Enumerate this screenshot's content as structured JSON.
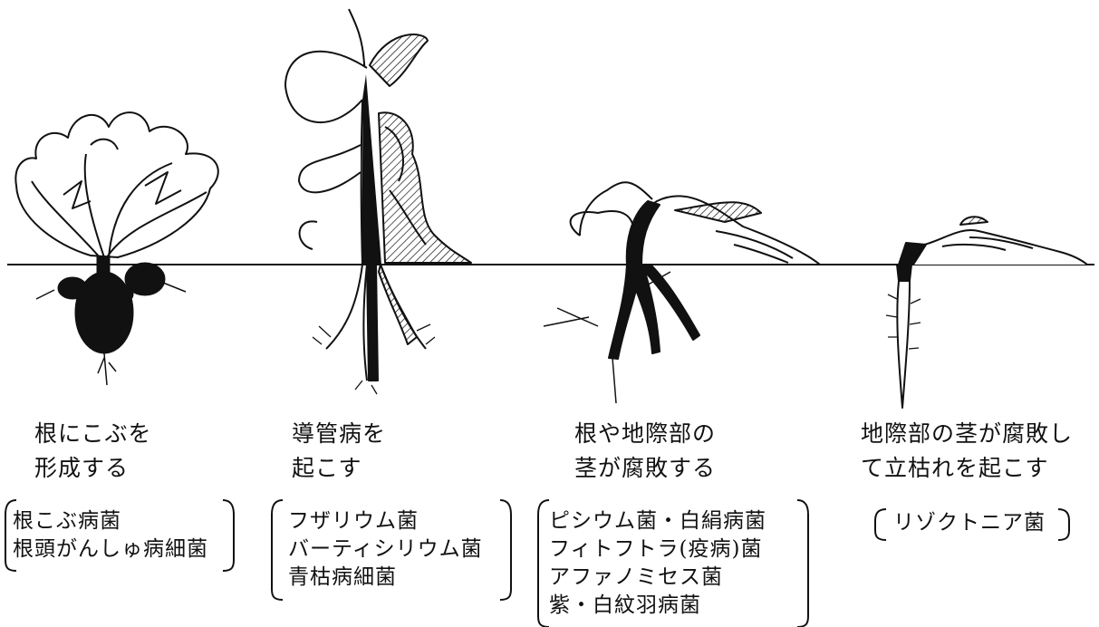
{
  "panels": [
    {
      "caption": "根にこぶを\n形成する",
      "pathogens": "根こぶ病菌\n根頭がんしゅ病細菌"
    },
    {
      "caption": "導管病を\n起こす",
      "pathogens": "フザリウム菌\nバーティシリウム菌\n青枯病細菌"
    },
    {
      "caption": "根や地際部の\n茎が腐敗する",
      "pathogens": "ピシウム菌・白絹病菌\nフィトフトラ(疫病)菌\nアファノミセス菌\n紫・白紋羽病菌"
    },
    {
      "caption": "地際部の茎が腐敗し\nて立枯れを起こす",
      "pathogens": "リゾクトニア菌"
    }
  ],
  "colors": {
    "ink": "#111111",
    "background": "#ffffff"
  }
}
